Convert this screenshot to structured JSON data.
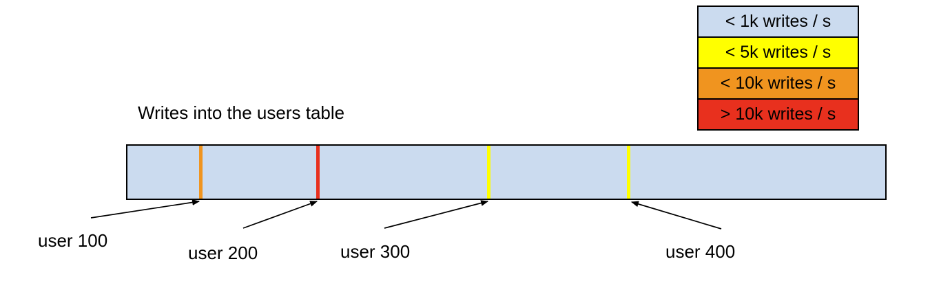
{
  "title": "Writes into the users table",
  "legend": {
    "items": [
      {
        "label": "< 1k writes / s",
        "color": "#cbdbef"
      },
      {
        "label": "< 5k writes / s",
        "color": "#ffff00"
      },
      {
        "label": "< 10k writes / s",
        "color": "#f0941f"
      },
      {
        "label": "> 10k writes / s",
        "color": "#e8301e"
      }
    ]
  },
  "bar": {
    "fill": "#cbdbef",
    "border": "#000000",
    "markers": [
      {
        "user": "user 100",
        "write_rate": "< 10k writes / s",
        "color": "#f0941f"
      },
      {
        "user": "user 200",
        "write_rate": "> 10k writes / s",
        "color": "#e8301e"
      },
      {
        "user": "user 300",
        "write_rate": "< 5k writes / s",
        "color": "#ffff00"
      },
      {
        "user": "user 400",
        "write_rate": "< 5k writes / s",
        "color": "#ffff00"
      }
    ]
  },
  "callouts": [
    {
      "label": "user 100"
    },
    {
      "label": "user 200"
    },
    {
      "label": "user 300"
    },
    {
      "label": "user 400"
    }
  ]
}
